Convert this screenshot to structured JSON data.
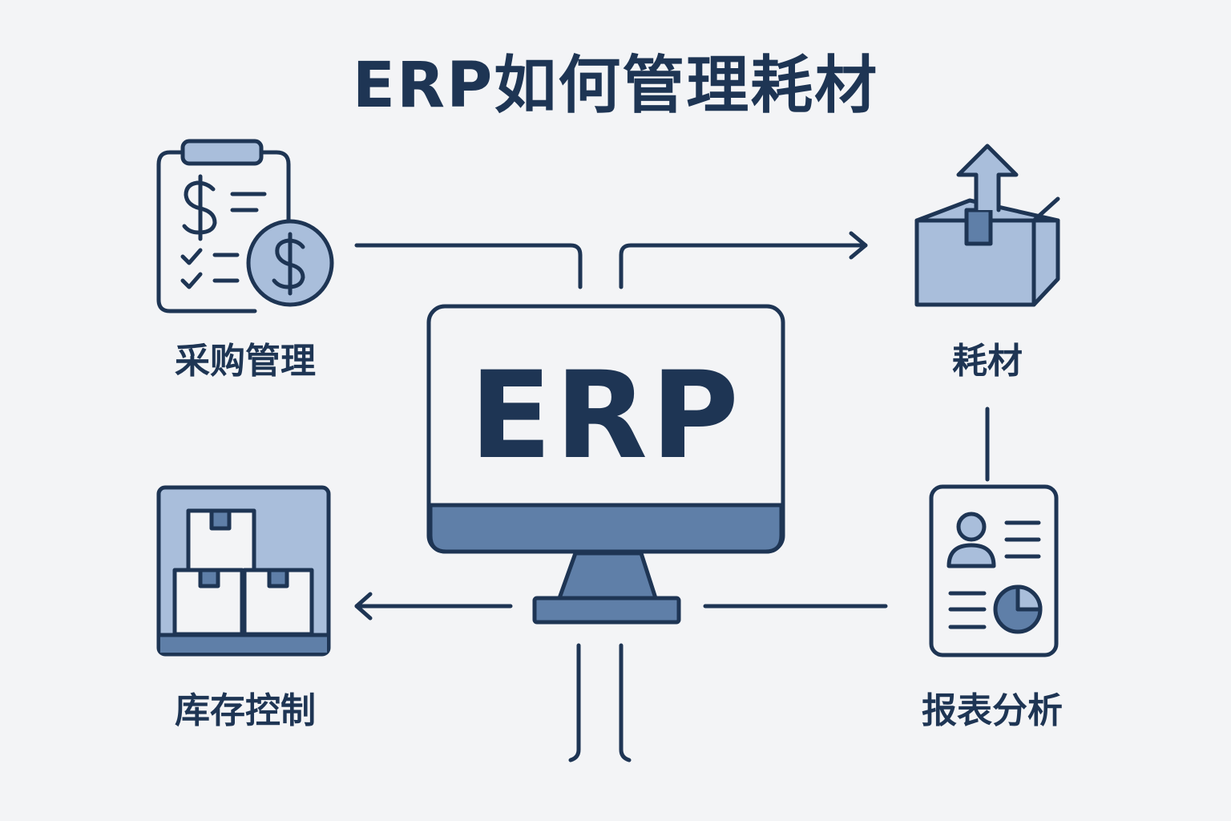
{
  "title": "ERP如何管理耗材",
  "center": {
    "label": "ERP"
  },
  "nodes": {
    "procurement": {
      "label": "采购管理",
      "icon": "procurement-clipboard-dollar-icon"
    },
    "consumables": {
      "label": "耗材",
      "icon": "box-upload-icon"
    },
    "inventory": {
      "label": "库存控制",
      "icon": "warehouse-boxes-icon"
    },
    "reports": {
      "label": "报表分析",
      "icon": "report-document-icon"
    }
  },
  "colors": {
    "ink": "#1e3554",
    "fill_light": "#a9bedb",
    "fill_mid": "#5f7fa8",
    "background": "#f3f4f6"
  }
}
